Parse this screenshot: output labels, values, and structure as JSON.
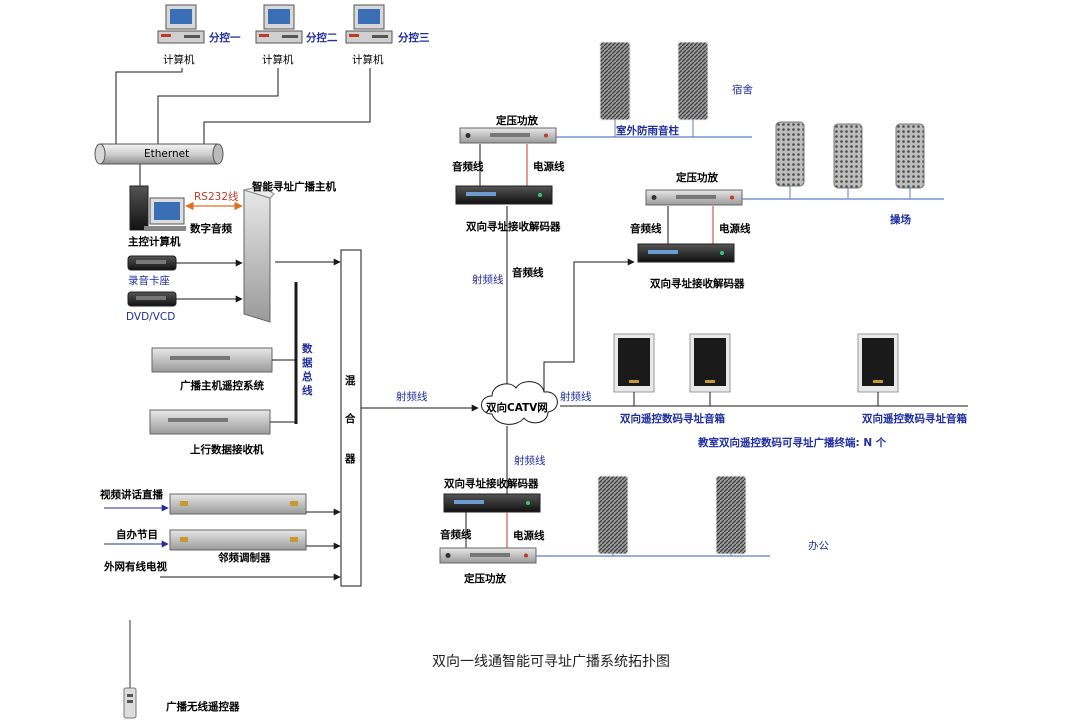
{
  "labels": {
    "computer_1": "计算机",
    "computer_2": "计算机",
    "computer_3": "计算机",
    "branch_1": "分控一",
    "branch_2": "分控二",
    "branch_3": "分控三",
    "ethernet": "Ethernet",
    "rs232": "RS232线",
    "main_host": "智能寻址广播主机",
    "digital_audio": "数字音频",
    "master_pc": "主控计算机",
    "recorder": "录音卡座",
    "dvd": "DVD/VCD",
    "data_bus_1": "数",
    "data_bus_2": "据",
    "data_bus_3": "总",
    "data_bus_4": "线",
    "remote_sys": "广播主机遥控系统",
    "uplink_rx": "上行数据接收机",
    "video_live": "视频讲话直播",
    "self_program": "自办节目",
    "modulator": "邻频调制器",
    "cable_tv": "外网有线电视",
    "mixer_1": "混",
    "mixer_2": "合",
    "mixer_3": "器",
    "rf_line_main": "射频线",
    "catv": "双向CATV网",
    "rf_line_up": "射频线",
    "rf_line_right": "射频线",
    "rf_line_down": "射频线",
    "amp_top": "定压功放",
    "audio_line_top": "音频线",
    "power_line_top": "电源线",
    "decoder_top": "双向寻址接收解码器",
    "audio_line_mid_label": "音频线",
    "outdoor_column": "室外防雨音柱",
    "dorm": "宿舍",
    "amp_mid": "定压功放",
    "audio_line_mid": "音频线",
    "power_line_mid": "电源线",
    "decoder_mid": "双向寻址接收解码器",
    "playground": "操场",
    "classroom_box_1": "双向遥控数码寻址音箱",
    "classroom_box_2": "双向遥控数码寻址音箱",
    "classroom_terminal": "教室双向遥控数码可寻址广播终端: N 个",
    "decoder_bottom": "双向寻址接收解码器",
    "audio_line_bottom": "音频线",
    "power_line_bottom": "电源线",
    "amp_bottom": "定压功放",
    "office": "办公",
    "diagram_title": "双向一线通智能可寻址广播系统拓扑图",
    "wireless_remote": "广播无线遥控器"
  },
  "colors": {
    "line": "#1a1a1a",
    "speaker_line": "#5b7fc7",
    "red_line": "#c0392b",
    "orange_arrow": "#e07020",
    "blue_text": "#1f2d9e"
  },
  "icons": {
    "computer": "desktop-computer-icon",
    "speaker_column": "column-speaker-icon",
    "box_speaker": "box-speaker-icon",
    "amplifier": "amplifier-rack-icon",
    "cloud": "cloud-network-icon"
  }
}
